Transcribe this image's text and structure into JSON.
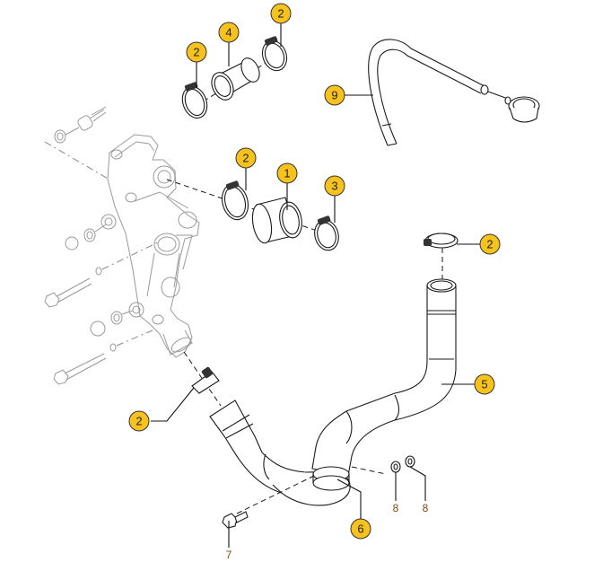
{
  "diagram": {
    "type": "exploded parts diagram",
    "callout_color": "#f7c21d",
    "label_color": "#7a4a10",
    "callouts": [
      {
        "id": "c-top-left-clamp",
        "label": "2",
        "part": "hose clamp"
      },
      {
        "id": "c-top-sleeve",
        "label": "4",
        "part": "hose sleeve"
      },
      {
        "id": "c-top-right-clamp",
        "label": "2",
        "part": "hose clamp"
      },
      {
        "id": "c-bent-hose",
        "label": "9",
        "part": "bent hose with fitting"
      },
      {
        "id": "c-mid-clamp",
        "label": "2",
        "part": "hose clamp"
      },
      {
        "id": "c-mid-sleeve",
        "label": "1",
        "part": "hose sleeve"
      },
      {
        "id": "c-mid-right-clamp",
        "label": "3",
        "part": "hose clamp"
      },
      {
        "id": "c-right-clamp",
        "label": "2",
        "part": "hose clamp"
      },
      {
        "id": "c-pipe",
        "label": "5",
        "part": "bent pipe"
      },
      {
        "id": "c-lower-clamp",
        "label": "2",
        "part": "hose clamp"
      },
      {
        "id": "c-lower-clamp-ring",
        "label": "6",
        "part": "clamp band"
      }
    ],
    "plain_labels": [
      {
        "id": "l-bolt",
        "label": "7",
        "part": "bolt"
      },
      {
        "id": "l-washer-1",
        "label": "8",
        "part": "washer"
      },
      {
        "id": "l-washer-2",
        "label": "8",
        "part": "washer"
      }
    ]
  }
}
